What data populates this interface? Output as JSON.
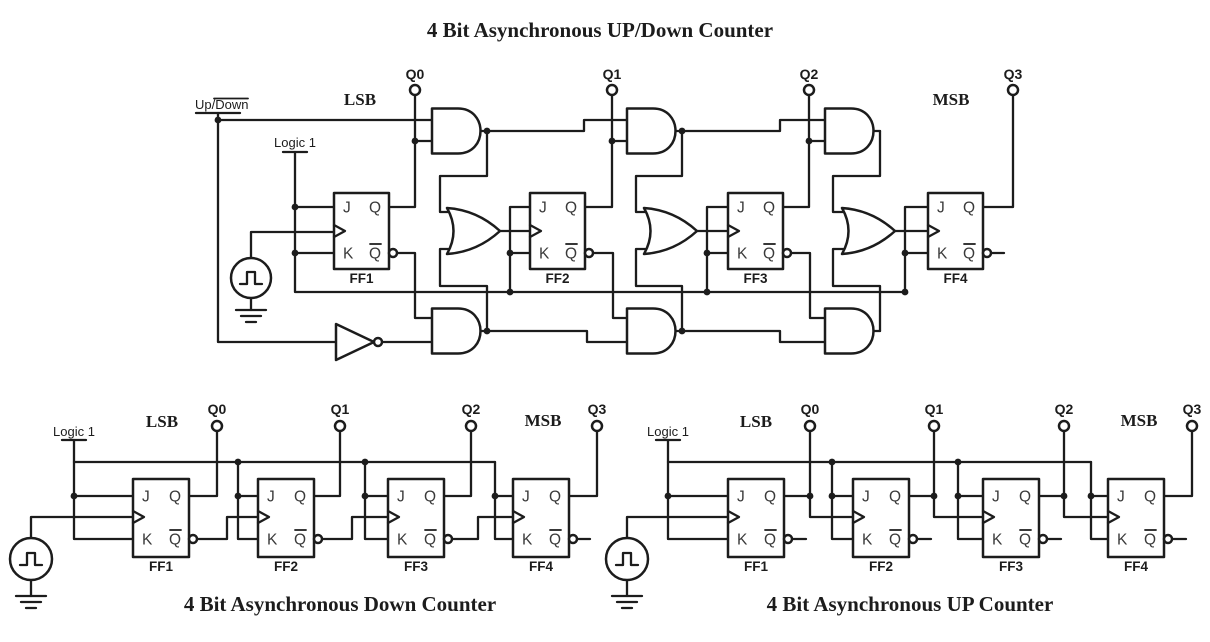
{
  "titles": {
    "main": "4 Bit Asynchronous UP/Down Counter",
    "down": "4 Bit Asynchronous Down Counter",
    "up": "4 Bit Asynchronous UP Counter"
  },
  "labels": {
    "lsb": "LSB",
    "msb": "MSB",
    "logic1": "Logic 1",
    "up_down_prefix": "Up/",
    "up_down_bar": "Down",
    "j": "J",
    "k": "K",
    "q": "Q",
    "q_bar": "Q"
  },
  "outputs": [
    "Q0",
    "Q1",
    "Q2",
    "Q3"
  ],
  "ff_names": [
    "FF1",
    "FF2",
    "FF3",
    "FF4"
  ],
  "icons": {
    "clock_source": "square-wave-clock-icon",
    "ground": "ground-icon",
    "inverter": "not-gate",
    "and_gate": "and-gate",
    "or_gate": "or-gate"
  },
  "colors": {
    "wire": "#1c1c1c",
    "text": "#1c1c1c",
    "pin_text": "#3a3a3a",
    "background": "#ffffff"
  }
}
